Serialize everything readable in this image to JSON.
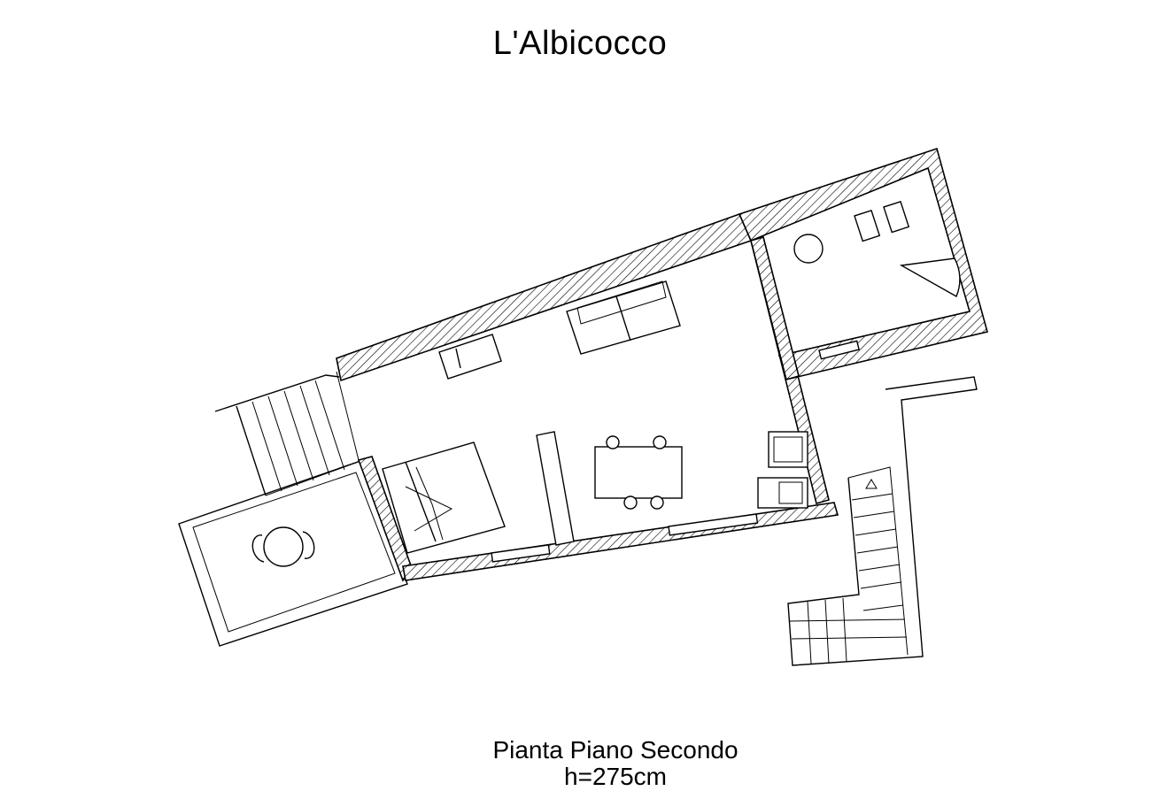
{
  "header": {
    "title": "L'Albicocco"
  },
  "footer": {
    "subtitle": "Pianta Piano Secondo",
    "height_note": "h=275cm"
  }
}
